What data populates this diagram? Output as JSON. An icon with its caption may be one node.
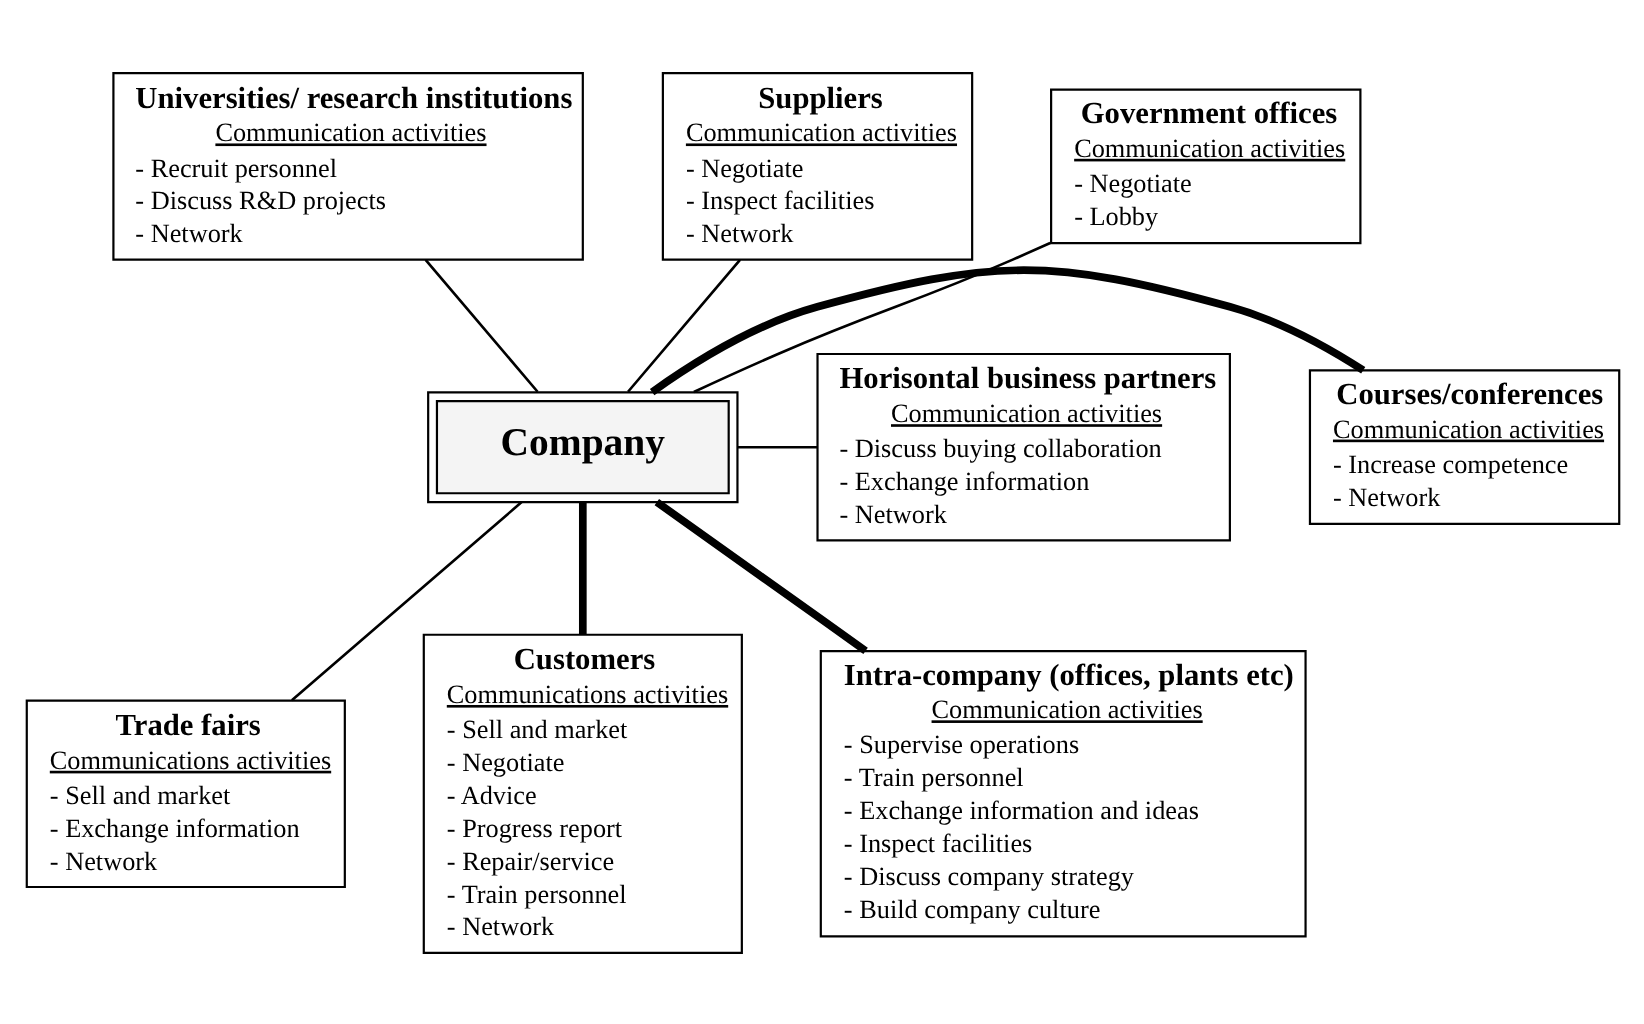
{
  "diagram": {
    "nodes": [
      {
        "text": [
          "Company"
        ]
      },
      {
        "text": [
          "Universities/ research institutions",
          "Communication activities",
          "- Recruit personnel",
          "- Discuss R&D projects",
          "- Network"
        ]
      },
      {
        "text": [
          "Suppliers",
          "Communication activities",
          "- Negotiate",
          "- Inspect facilities",
          "- Network"
        ]
      },
      {
        "text": [
          "Government offices",
          "Communication activities",
          "- Negotiate",
          "- Lobby"
        ]
      },
      {
        "text": [
          "Courses/conferences",
          "Communication activities",
          "- Increase competence",
          "- Network"
        ]
      },
      {
        "text": [
          "Horisontal business partners",
          "Communication activities",
          "- Discuss buying collaboration",
          "- Exchange information",
          "- Network"
        ]
      },
      {
        "text": [
          "Trade fairs",
          "Communications activities",
          "- Sell and market",
          "- Exchange information",
          "- Network"
        ]
      },
      {
        "text": [
          "Customers",
          "Communications activities",
          "- Sell and market",
          "- Negotiate",
          "- Advice",
          "- Progress report",
          "- Repair/service",
          "- Train personnel",
          "- Network"
        ]
      },
      {
        "text": [
          "Intra-company (offices, plants etc)",
          "Communication activities",
          "- Supervise operations",
          "- Train personnel",
          "- Exchange information and ideas",
          "- Inspect facilities",
          "- Discuss company strategy",
          "- Build company culture"
        ]
      }
    ],
    "edges": [
      {
        "from": 0,
        "to": 1,
        "arrow": "none"
      },
      {
        "from": 0,
        "to": 2,
        "arrow": "none"
      },
      {
        "from": 0,
        "to": 3,
        "arrow": "none"
      },
      {
        "from": 0,
        "to": 4,
        "arrow": "none",
        "style": "thick"
      },
      {
        "from": 0,
        "to": 5,
        "arrow": "none"
      },
      {
        "from": 0,
        "to": 6,
        "arrow": "none"
      },
      {
        "from": 0,
        "to": 7,
        "arrow": "none",
        "style": "thick"
      },
      {
        "from": 0,
        "to": 8,
        "arrow": "none",
        "style": "thick"
      }
    ]
  }
}
